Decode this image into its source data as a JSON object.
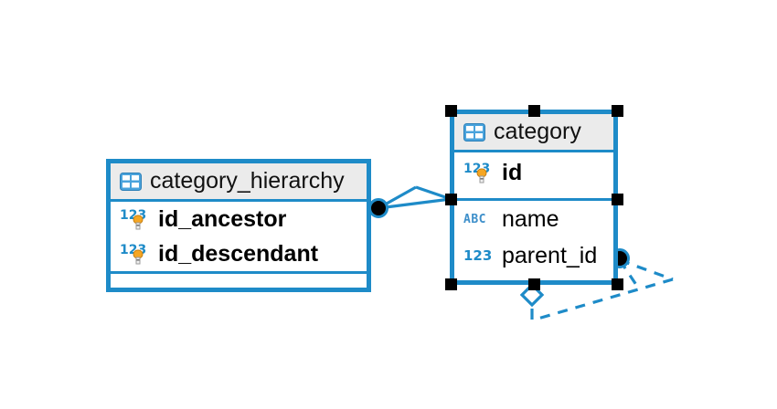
{
  "canvas": {
    "background": "#ffffff",
    "accent": "#1e8bc8",
    "header_bg": "#ebebeb",
    "selection_handle_color": "#000000",
    "key_icon_color": "#f5a623"
  },
  "entities": [
    {
      "id": "category_hierarchy",
      "name": "category_hierarchy",
      "selected": false,
      "header_icon": "table-icon",
      "sections": [
        {
          "fields": [
            {
              "name": "id_ancestor",
              "type_icon": "number-key-icon",
              "primary_key": true
            },
            {
              "name": "id_descendant",
              "type_icon": "number-key-icon",
              "primary_key": true
            }
          ]
        },
        {
          "fields": []
        }
      ]
    },
    {
      "id": "category",
      "name": "category",
      "selected": true,
      "header_icon": "table-icon",
      "sections": [
        {
          "fields": [
            {
              "name": "id",
              "type_icon": "number-key-icon",
              "primary_key": true
            }
          ]
        },
        {
          "fields": [
            {
              "name": "name",
              "type_icon": "text-abc-icon",
              "primary_key": false
            },
            {
              "name": "parent_id",
              "type_icon": "number-icon",
              "primary_key": false
            }
          ]
        }
      ]
    }
  ],
  "relationships": [
    {
      "id": "hierarchy-to-category",
      "from": "category_hierarchy",
      "to": "category",
      "style": "solid",
      "from_marker": "dot",
      "to_marker": "crows-foot",
      "color": "#1e8bc8"
    },
    {
      "id": "category-self-parent",
      "from": "category",
      "to": "category",
      "style": "dashed",
      "from_marker": "diamond-optional",
      "to_marker": "crows-foot",
      "color": "#1e8bc8"
    }
  ],
  "selection": {
    "target": "category",
    "handle_count": 8
  }
}
